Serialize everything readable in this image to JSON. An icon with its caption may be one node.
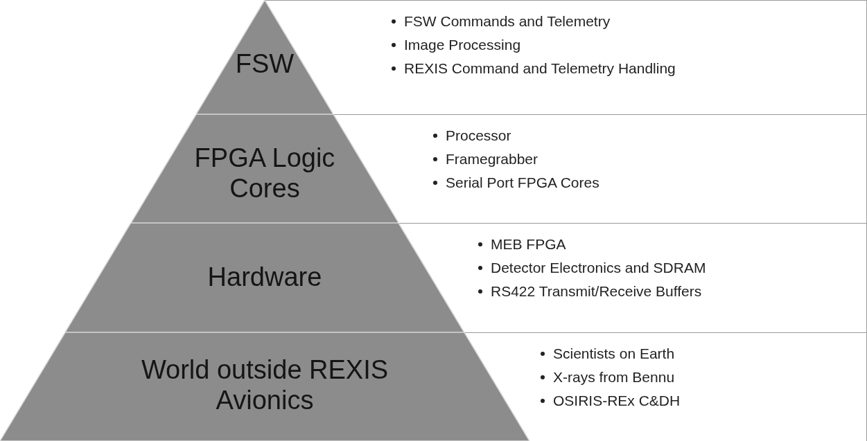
{
  "diagram": {
    "nodes": [
      {
        "text": [
          "FSW"
        ]
      },
      {
        "text": [
          "FPGA Logic Cores"
        ]
      },
      {
        "text": [
          "Hardware"
        ]
      },
      {
        "text": [
          "World outside REXIS Avionics"
        ]
      },
      {
        "text": [
          "FSW Commands and Telemetry",
          "Image Processing",
          "REXIS Command and Telemetry Handling"
        ]
      },
      {
        "text": [
          "Processor",
          "Framegrabber",
          "Serial Port FPGA Cores"
        ]
      },
      {
        "text": [
          "MEB FPGA",
          "Detector Electronics and SDRAM",
          "RS422 Transmit/Receive Buffers"
        ]
      },
      {
        "text": [
          "Scientists on Earth",
          "X-rays from Bennu",
          "OSIRIS-REx C&DH"
        ]
      }
    ]
  }
}
